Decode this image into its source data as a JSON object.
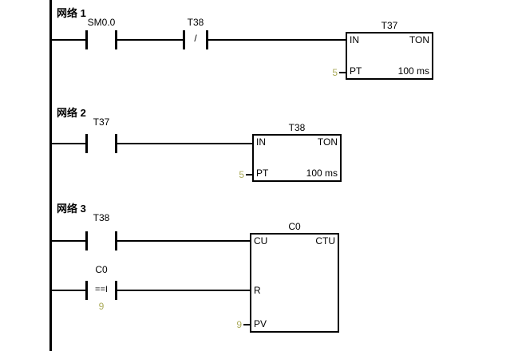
{
  "colors": {
    "line": "#000000",
    "value": "#ACAC5C",
    "background": "#FFFFFF"
  },
  "net1": {
    "label": "网络 1",
    "contact1_name": "SM0.0",
    "contact2_name": "T38",
    "contact2_symbol": "/",
    "box_title": "T37",
    "box_type": "TON",
    "in_label": "IN",
    "pt_label": "PT",
    "pt_value": "5",
    "time_base": "100 ms"
  },
  "net2": {
    "label": "网络 2",
    "contact1_name": "T37",
    "box_title": "T38",
    "box_type": "TON",
    "in_label": "IN",
    "pt_label": "PT",
    "pt_value": "5",
    "time_base": "100 ms"
  },
  "net3": {
    "label": "网络 3",
    "contact1_name": "T38",
    "compare_operand": "C0",
    "compare_operator": "==I",
    "compare_value": "9",
    "box_title": "C0",
    "box_type": "CTU",
    "cu_label": "CU",
    "r_label": "R",
    "pv_label": "PV",
    "pv_value": "9"
  }
}
